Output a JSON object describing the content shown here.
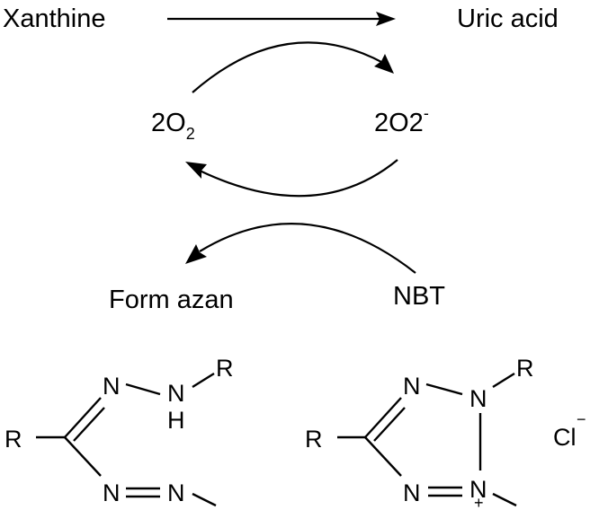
{
  "reaction": {
    "substrate": "Xanthine",
    "product": "Uric acid",
    "oxygen_base": "2O",
    "oxygen_sub": "2",
    "superoxide_base": "2O2",
    "superoxide_sup": "-",
    "nbt": "NBT",
    "formazan": "Form azan"
  },
  "formazan_structure": {
    "r_left": "R",
    "r_top": "R",
    "n_top_left": "N",
    "n_top_right": "N",
    "h": "H",
    "n_bottom_left": "N",
    "n_bottom_right": "N"
  },
  "tetrazolium_structure": {
    "r_left": "R",
    "r_top": "R",
    "n_top_left": "N",
    "n_top_right": "N",
    "n_bottom_left": "N",
    "n_bottom_right": "N",
    "plus": "+",
    "chloride": "Cl",
    "chloride_charge": "−"
  }
}
